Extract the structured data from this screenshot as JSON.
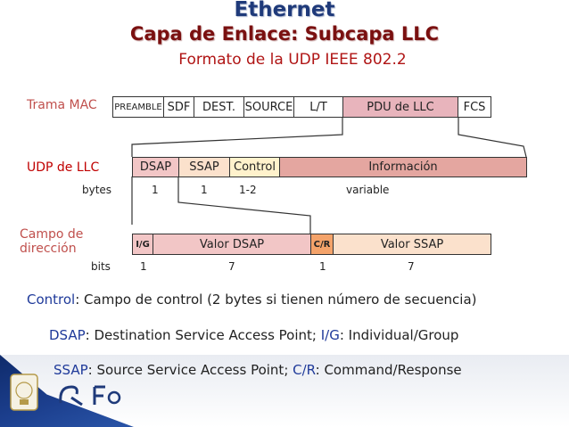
{
  "titles": {
    "main": "Ethernet",
    "sub": "Capa de Enlace: Subcapa LLC",
    "format": "Formato de la UDP IEEE 802.2"
  },
  "mac_frame": {
    "label": "Trama MAC",
    "fields": [
      "PREAMBLE",
      "SDF",
      "DEST.",
      "SOURCE",
      "L/T",
      "PDU de LLC",
      "FCS"
    ]
  },
  "llc_pdu": {
    "label": "UDP de LLC",
    "fields": [
      "DSAP",
      "SSAP",
      "Control",
      "Información"
    ],
    "unit_label": "bytes",
    "sizes": [
      "1",
      "1",
      "1-2",
      "variable"
    ]
  },
  "address_field": {
    "label_line1": "Campo de",
    "label_line2": "dirección",
    "fields": [
      "I/G",
      "Valor DSAP",
      "C/R",
      "Valor SSAP"
    ],
    "unit_label": "bits",
    "sizes": [
      "1",
      "7",
      "1",
      "7"
    ]
  },
  "legend": {
    "control_key": "Control",
    "control_text": ": Campo de control (2 bytes si tienen número de secuencia)",
    "dsap_key": "DSAP",
    "dsap_text": ": Destination Service Access Point; ",
    "ig_key": "I/G",
    "ig_text": ": Individual/Group",
    "ssap_key": "SSAP",
    "ssap_text": ": Source Service Access Point; ",
    "cr_key": "C/R",
    "cr_text": ": Command/Response"
  },
  "colors": {
    "title_main": "#1f3a7a",
    "title_sub": "#7a1010",
    "title_format": "#b01515",
    "legend_key": "#1f3a9a",
    "pdu_fill": "#e8b4bc",
    "info_fill": "#e4a6a0",
    "dsap_fill": "#f2c6c6",
    "ssap_fill": "#fbe1cc",
    "control_fill": "#fff2cc",
    "cr_fill": "#f4a36a"
  }
}
